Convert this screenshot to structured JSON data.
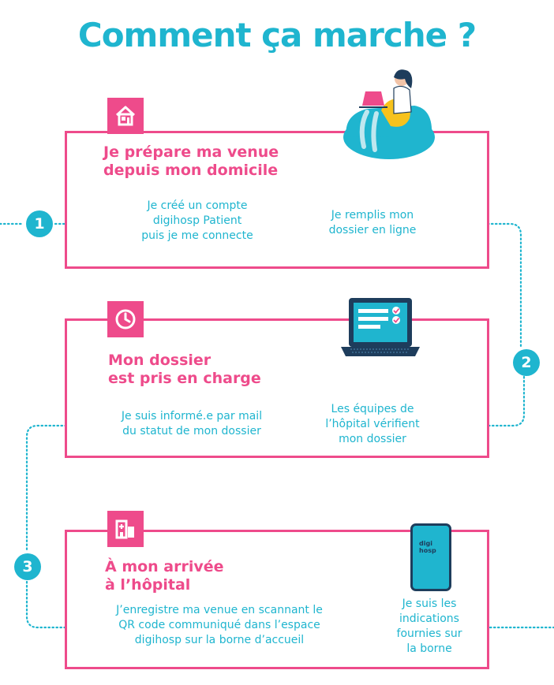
{
  "title": "Comment ça marche ?",
  "steps": [
    {
      "number": "1",
      "icon": "house-icon",
      "heading": [
        "Je prépare ma venue",
        "depuis mon domicile"
      ],
      "action_a": [
        "Je créé un compte",
        "digihosp Patient",
        "puis je me connecte"
      ],
      "action_b": [
        "Je remplis mon",
        "dossier en ligne"
      ],
      "illustration": "woman-laptop-beanbag-illustration"
    },
    {
      "number": "2",
      "icon": "clock-icon",
      "heading": [
        "Mon dossier",
        "est pris en charge"
      ],
      "action_a": [
        "Je suis informé.e par mail",
        "du statut de mon dossier"
      ],
      "action_b": [
        "Les équipes de",
        "l’hôpital vérifient",
        "mon dossier"
      ],
      "illustration": "laptop-checklist-illustration"
    },
    {
      "number": "3",
      "icon": "hospital-icon",
      "heading": [
        "À mon arrivée",
        "à l’hôpital"
      ],
      "action_a": [
        "J’enregistre ma venue en scannant le",
        "QR code communiqué dans l’espace",
        "digihosp sur la borne d’accueil"
      ],
      "action_b": [
        "Je suis les",
        "indications",
        "fournies sur",
        "la borne"
      ],
      "illustration": "kiosk-illustration"
    }
  ],
  "kiosk_logo": [
    "digi",
    "hosp"
  ],
  "colors": {
    "accent_pink": "#ee4b8b",
    "accent_cyan": "#1fb5cf",
    "dark_navy": "#1e3d5c"
  }
}
